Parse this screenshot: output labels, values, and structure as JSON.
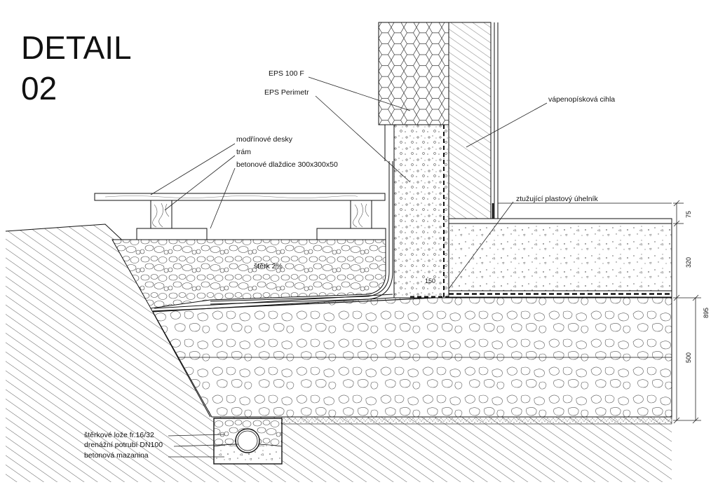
{
  "title": {
    "line1": "DETAIL",
    "line2": "02"
  },
  "labels": {
    "eps100f": "EPS 100 F",
    "eps_perimetr": "EPS Perimetr",
    "vapenopiskova_cihla": "vápenopísková cihla",
    "modrinove_desky": "modřínové desky",
    "tram": "trám",
    "betonove_dlazdice": "betonové dlaždice 300x300x50",
    "ztuzujici_uhelnik": "ztužující plastový úhelník",
    "sterk": "štěrk  2%",
    "dim_150": "150",
    "sterkove_loze": "štěrkové lože fr.16/32",
    "drenazni_potrubi": "drenážní potrubí DN100",
    "betonova_mazanina": "betonová mazanina"
  },
  "dimensions": {
    "d75": "75",
    "d320": "320",
    "d895": "895",
    "d500": "500"
  }
}
